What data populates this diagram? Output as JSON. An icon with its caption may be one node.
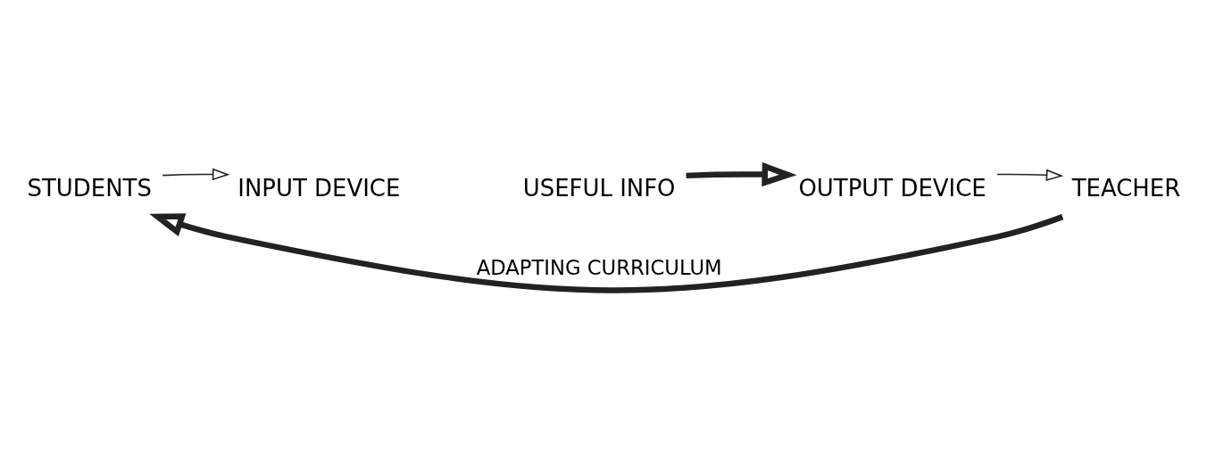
{
  "diagram": {
    "nodes": [
      {
        "text": [
          "STUDENTS"
        ]
      },
      {
        "text": [
          "INPUT DEVICE"
        ]
      },
      {
        "text": [
          "USEFUL INFO"
        ]
      },
      {
        "text": [
          "OUTPUT DEVICE"
        ]
      },
      {
        "text": [
          "TEACHER"
        ]
      }
    ],
    "edges": [
      {
        "from": 0,
        "to": 1,
        "arrow": "to"
      },
      {
        "from": 2,
        "to": 3,
        "arrow": "to",
        "style": "thick"
      },
      {
        "from": 3,
        "to": 4,
        "arrow": "to"
      },
      {
        "from": 4,
        "to": 0,
        "arrow": "to",
        "style": "thick",
        "label": "ADAPTING CURRICULUM"
      }
    ]
  }
}
